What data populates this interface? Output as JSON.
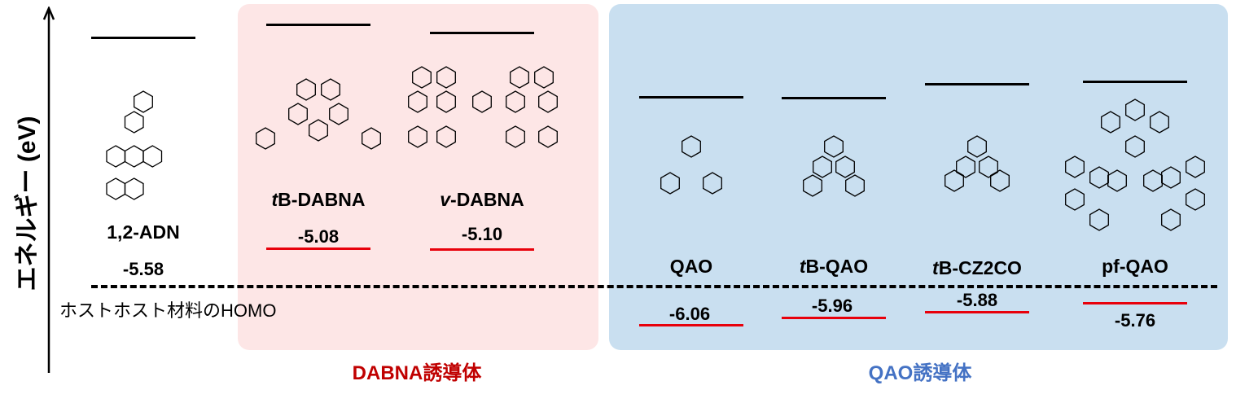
{
  "axis": {
    "label": "エネルギー (eV)"
  },
  "host_homo_label": "ホストホスト材料のHOMO",
  "groups": {
    "dabna": {
      "label": "DABNA誘導体",
      "color": "#c00000",
      "bg": "#fde6e6"
    },
    "qao": {
      "label": "QAO誘導体",
      "color": "#4472c4",
      "bg": "#c9dff0"
    }
  },
  "molecules": [
    {
      "prefix": "",
      "name": "1,2-ADN",
      "homo": "-5.58"
    },
    {
      "prefix": "t",
      "name": "B-DABNA",
      "homo": "-5.08"
    },
    {
      "prefix": "v",
      "name": "-DABNA",
      "homo": "-5.10"
    },
    {
      "prefix": "",
      "name": "QAO",
      "homo": "-6.06"
    },
    {
      "prefix": "t",
      "name": "B-QAO",
      "homo": "-5.96"
    },
    {
      "prefix": "t",
      "name": "B-CZ2CO",
      "homo": "-5.88"
    },
    {
      "prefix": "",
      "name": "pf-QAO",
      "homo": "-5.76"
    }
  ],
  "colors": {
    "homo_line": "#e8000b",
    "lumo_line": "#000000"
  }
}
